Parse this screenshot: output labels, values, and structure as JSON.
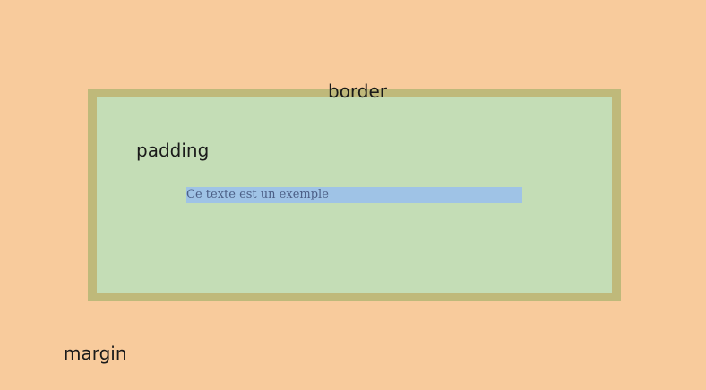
{
  "diagram": {
    "labels": {
      "border": "border",
      "padding": "padding",
      "margin": "margin"
    },
    "content_text": "Ce texte est un exemple",
    "colors": {
      "margin": "#f8cb9c",
      "border": "#bfb97a",
      "padding": "#c4ddb6",
      "content": "#9fc3e6",
      "content_text": "#4c5f86"
    }
  }
}
